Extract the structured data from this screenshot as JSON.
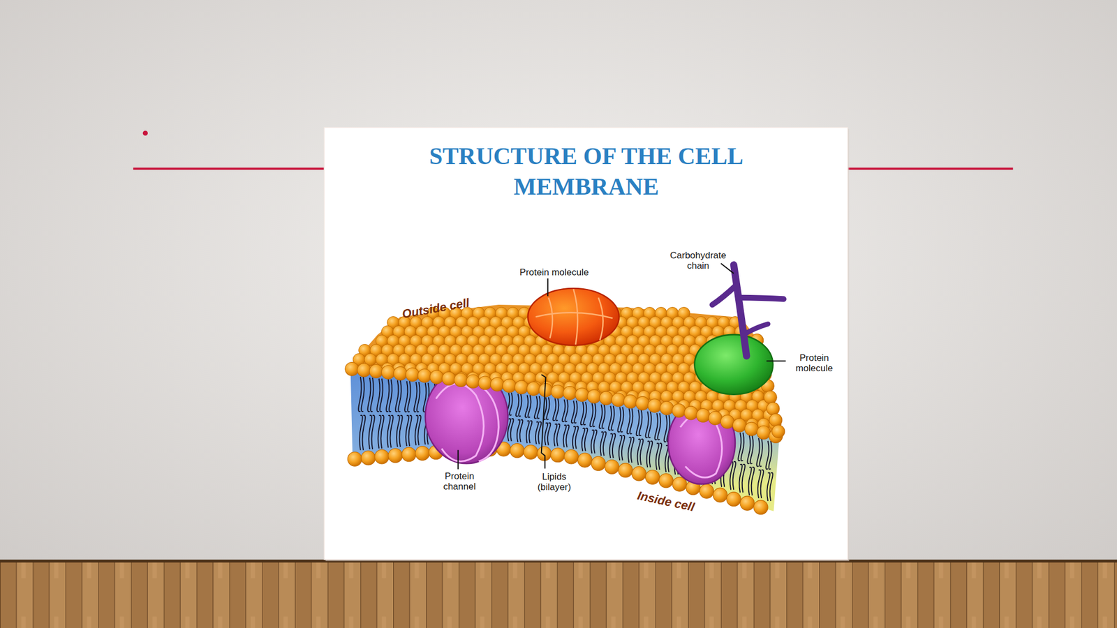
{
  "diagram": {
    "title": "STRUCTURE OF THE CELL MEMBRANE",
    "labels": [
      "Protein molecule",
      "Carbohydrate chain",
      "Outside cell",
      "Protein molecule",
      "Protein channel",
      "Lipids (bilayer)",
      "Inside cell"
    ]
  }
}
